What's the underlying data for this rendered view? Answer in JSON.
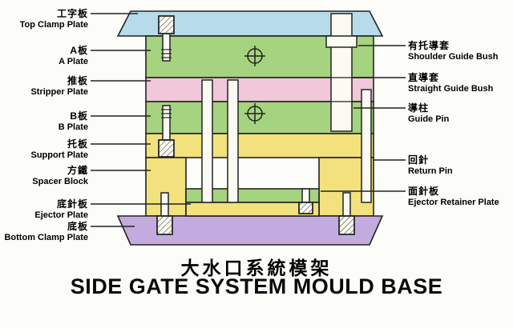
{
  "title": {
    "zh": "大水口系統模架",
    "en": "SIDE GATE SYSTEM MOULD BASE"
  },
  "labels_left": [
    {
      "zh": "工字板",
      "en": "Top Clamp Plate"
    },
    {
      "zh": "A板",
      "en": "A Plate"
    },
    {
      "zh": "推板",
      "en": "Stripper Plate"
    },
    {
      "zh": "B板",
      "en": "B Plate"
    },
    {
      "zh": "托板",
      "en": "Support Plate"
    },
    {
      "zh": "方鐵",
      "en": "Spacer Block"
    },
    {
      "zh": "底針板",
      "en": "Ejector Plate"
    },
    {
      "zh": "底板",
      "en": "Bottom Clamp Plate"
    }
  ],
  "labels_right": [
    {
      "zh": "有托導套",
      "en": "Shoulder Guide Bush"
    },
    {
      "zh": "直導套",
      "en": "Straight Guide Bush"
    },
    {
      "zh": "導柱",
      "en": "Guide Pin"
    },
    {
      "zh": "回針",
      "en": "Return Pin"
    },
    {
      "zh": "面針板",
      "en": "Ejector Retainer Plate"
    }
  ],
  "colors": {
    "top_plate": "#b7dbe9",
    "green_plate": "#a5d37f",
    "pink_plate": "#f1c7da",
    "yellow_plate": "#f2e17d",
    "purple_plate": "#c3abdf",
    "part_white": "#fbfbf2",
    "line": "#222222"
  }
}
